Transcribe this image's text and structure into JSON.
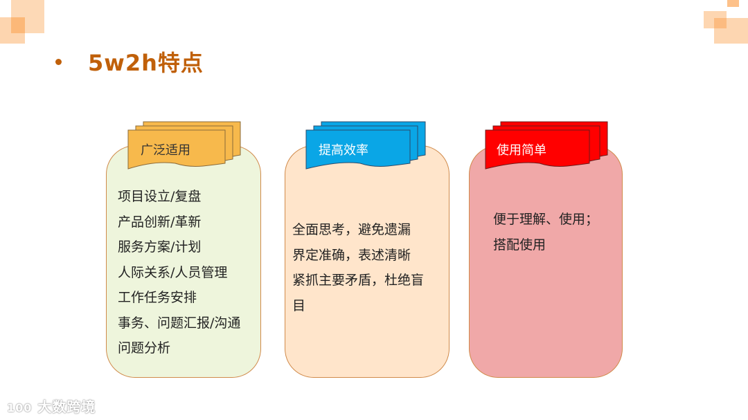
{
  "slide": {
    "title": "5w2h特点",
    "bullet": "•"
  },
  "cards": [
    {
      "tag": "广泛适用",
      "tag_color": "#f7b94c",
      "tag_text_color": "#333333",
      "box_color": "#eef5dc",
      "items": [
        "项目设立/复盘",
        "产品创新/革新",
        "服务方案/计划",
        "人际关系/人员管理",
        "工作任务安排",
        "事务、问题汇报/沟通",
        "问题分析"
      ]
    },
    {
      "tag": "提高效率",
      "tag_color": "#0aa6e6",
      "tag_text_color": "#ffffff",
      "box_color": "#ffe5cb",
      "items": [
        "全面思考，避免遗漏",
        "界定准确，表述清晰",
        "紧抓主要矛盾，杜绝盲",
        "目"
      ]
    },
    {
      "tag": "使用简单",
      "tag_color": "#ff0000",
      "tag_text_color": "#ffffff",
      "box_color": "#f0a8a8",
      "items": [
        "便于理解、使用；",
        "搭配使用"
      ]
    }
  ],
  "watermark": {
    "text": "大数跨境",
    "logo": "100"
  },
  "colors": {
    "accent": "#c0600a",
    "border": "#d08a4a",
    "deco": "#fdc998"
  }
}
